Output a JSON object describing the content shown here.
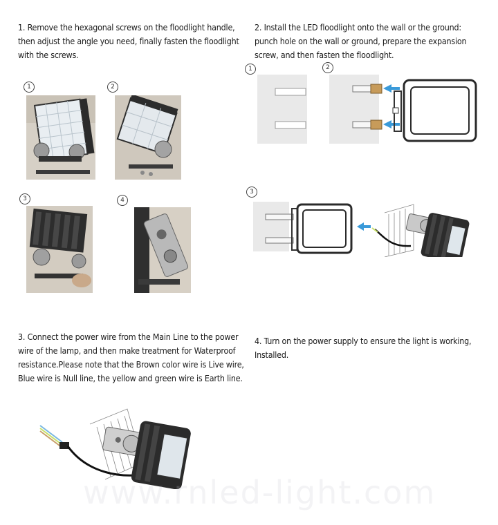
{
  "steps": {
    "step1": "1. Remove the hexagonal screws on the floodlight handle, then adjust the angle you need, finally fasten the floodlight with the screws.",
    "step2": "2. Install the LED floodlight onto the wall or the ground: punch hole on the wall or ground, prepare the expansion screw, and then fasten the floodlight.",
    "step3": "3. Connect the power wire from the Main Line to the power wire of the lamp, and then make treatment for Waterproof resistance.Please note that the Brown color wire is Live wire, Blue wire is Null line, the yellow and green wire is Earth line.",
    "step4": "4. Turn on the power supply to ensure the light is working, Installed."
  },
  "markers": {
    "one": "1",
    "two": "2",
    "three": "3",
    "four": "4"
  },
  "watermark": "www.rnled-light.com",
  "colors": {
    "text": "#1a1a1a",
    "arrow": "#3a9ad9",
    "fixture": "#2a2a2a",
    "wall": "#e8e8e8"
  }
}
